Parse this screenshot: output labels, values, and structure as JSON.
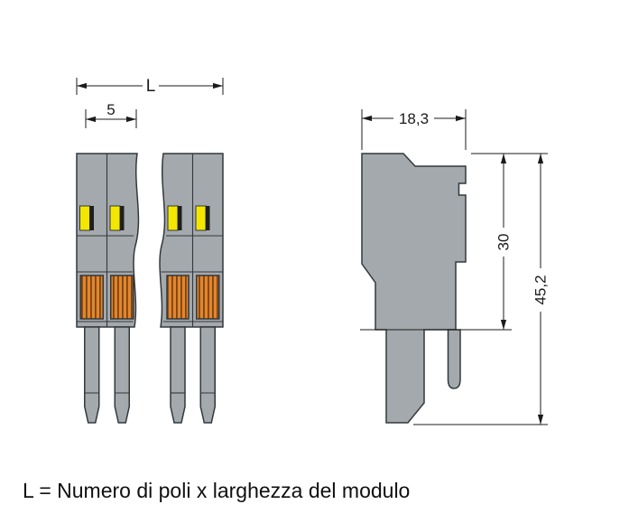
{
  "diagram": {
    "front_view": {
      "dim_total_width_label": "L",
      "dim_module_width_label": "5"
    },
    "side_view": {
      "dim_depth_label": "18,3",
      "dim_body_height_label": "30",
      "dim_total_height_label": "45,2"
    },
    "caption": "L = Numero di poli x larghezza del modulo"
  },
  "colors": {
    "background": "#ffffff",
    "housing": "#a4a9ad",
    "lever_yellow": "#f3e600",
    "slot_dark": "#1e1e1c",
    "contact_orange": "#e1862e",
    "contact_orange_dark": "#7c4413",
    "outline": "#33383b",
    "dimension": "#1b1b1b"
  }
}
